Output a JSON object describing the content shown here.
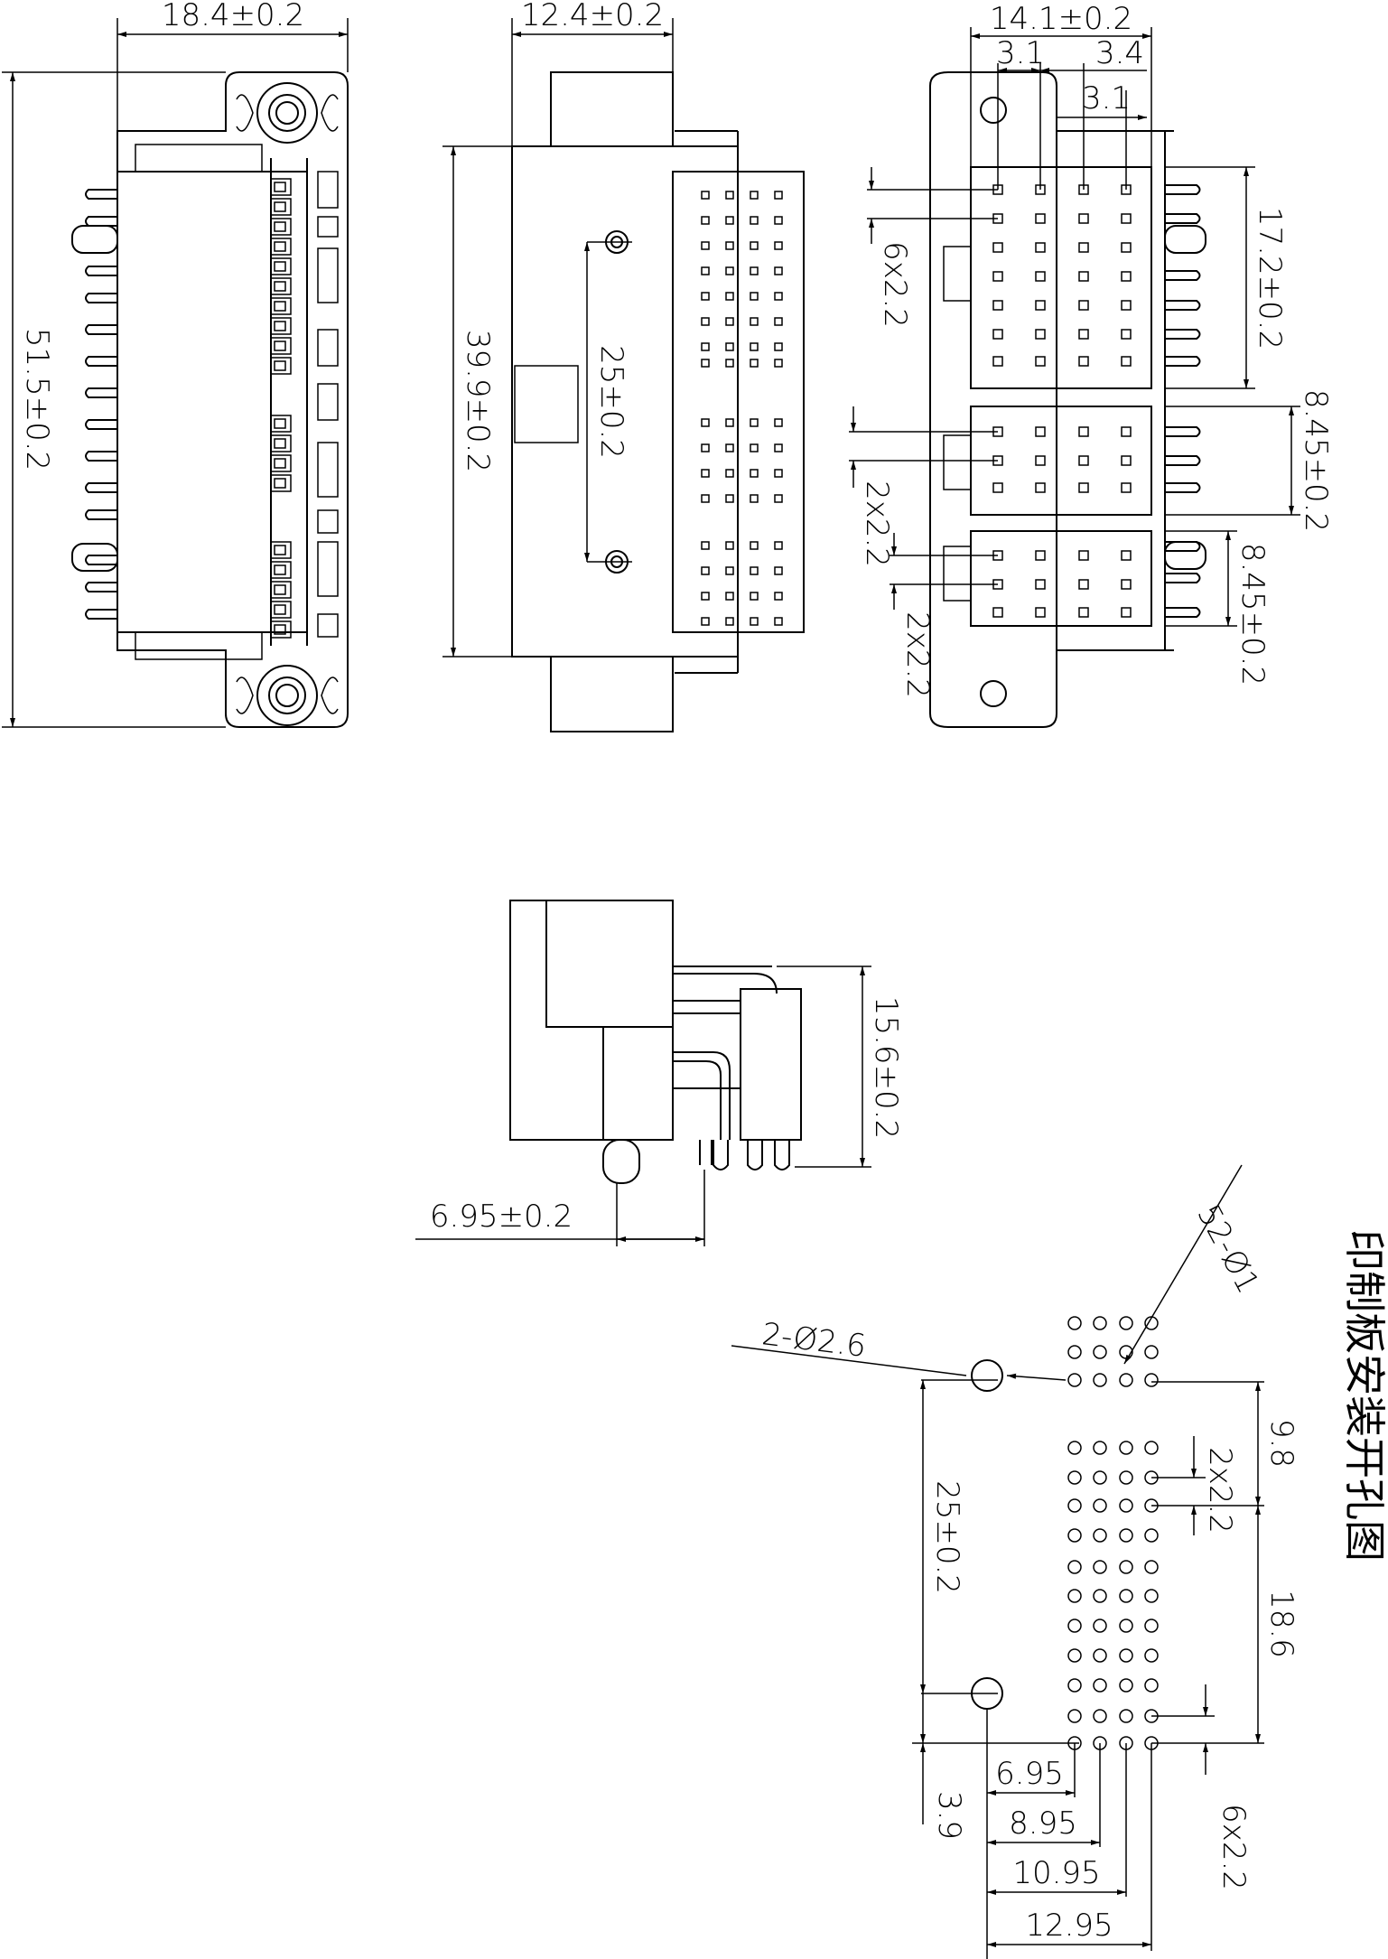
{
  "front_view": {
    "width_dim": "18.4±0.2",
    "height_dim": "51.5±0.2"
  },
  "side_view": {
    "depth_dim": "12.4±0.2",
    "height_dim": "39.9±0.2",
    "hole_spacing_dim": "25±0.2"
  },
  "rear_view": {
    "width_dim": "14.1±0.2",
    "pitch_a": "3.1",
    "pitch_b": "3.4",
    "pitch_c": "3.1",
    "block1_height": "17.2±0.2",
    "block2_height": "8.45±0.2",
    "block3_height": "8.45±0.2",
    "block1_pitch": "6x2.2",
    "block2_pitch": "2x2.2",
    "block3_pitch": "2x2.2"
  },
  "profile_view": {
    "height_dim": "15.6±0.2",
    "offset_dim": "6.95±0.2"
  },
  "pcb_layout": {
    "title": "印制板安装开孔图",
    "pin_holes": "52-Ø1",
    "mount_holes": "2-Ø2.6",
    "mount_spacing": "25±0.2",
    "row_dim_a": "9.8",
    "row_dim_b": "18.6",
    "pitch_mid": "2x2.2",
    "pitch_bottom": "6x2.2",
    "offset_y": "3.9",
    "col_dims": [
      "6.95",
      "8.95",
      "10.95",
      "12.95"
    ]
  }
}
